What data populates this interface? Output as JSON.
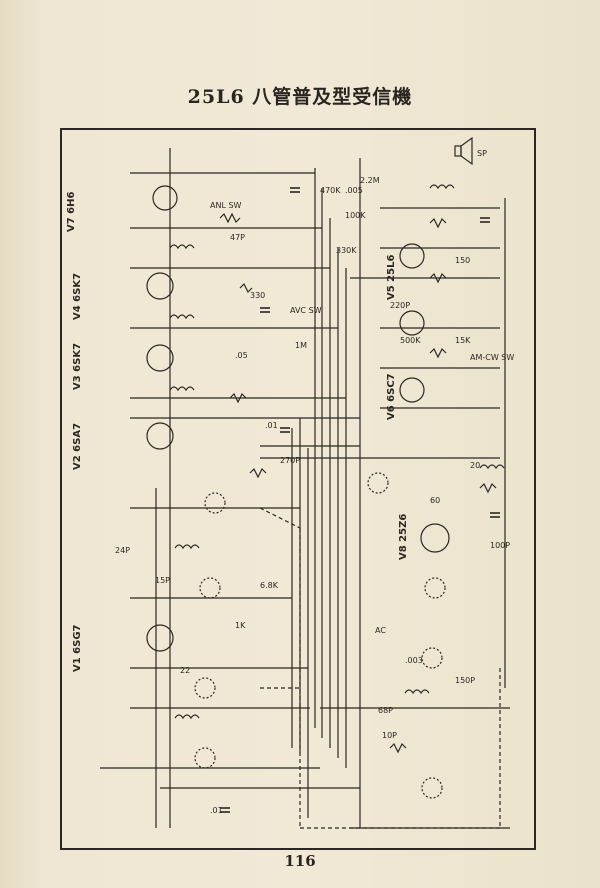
{
  "title": "25L6 八管普及型受信機",
  "page_number": "116",
  "tubes": [
    {
      "id": "v1",
      "label": "V7 6H6"
    },
    {
      "id": "v2",
      "label": "V4 6SK7"
    },
    {
      "id": "v3",
      "label": "V3 6SK7"
    },
    {
      "id": "v4",
      "label": "V2 6SA7"
    },
    {
      "id": "v5",
      "label": "V1 6SG7"
    },
    {
      "id": "v6",
      "label": "V5 25L6"
    },
    {
      "id": "v7",
      "label": "V6 6SC7"
    },
    {
      "id": "v8",
      "label": "V8 25Z6"
    }
  ],
  "components": {
    "c_470k": "470K",
    "c_005a": ".005",
    "c_22m": "2.2M",
    "c_1m": "1M",
    "c_100k": "100K",
    "c_47p": "47P",
    "c_330k": "330K",
    "c_330": "330",
    "c_01": ".01",
    "c_05": ".05",
    "c_1k": "1K",
    "c_sw": "ANL SW",
    "c_avc": "AVC SW",
    "c_amcw": "AM-CW SW",
    "c_220p": "220P",
    "c_270p": "270P",
    "c_100p": "100P",
    "c_15k": "15K",
    "c_68k": "6.8K",
    "c_24p": "24P",
    "c_15p": "15P",
    "c_68p": "68P",
    "c_10p": "10P",
    "c_500k": "500K",
    "c_150": "150",
    "c_60": "60",
    "c_20": "20",
    "c_ac": "AC",
    "c_sp": "SP",
    "c_22": "22",
    "c_003": ".003",
    "c_150p": "150P",
    "c_01b": ".01"
  }
}
